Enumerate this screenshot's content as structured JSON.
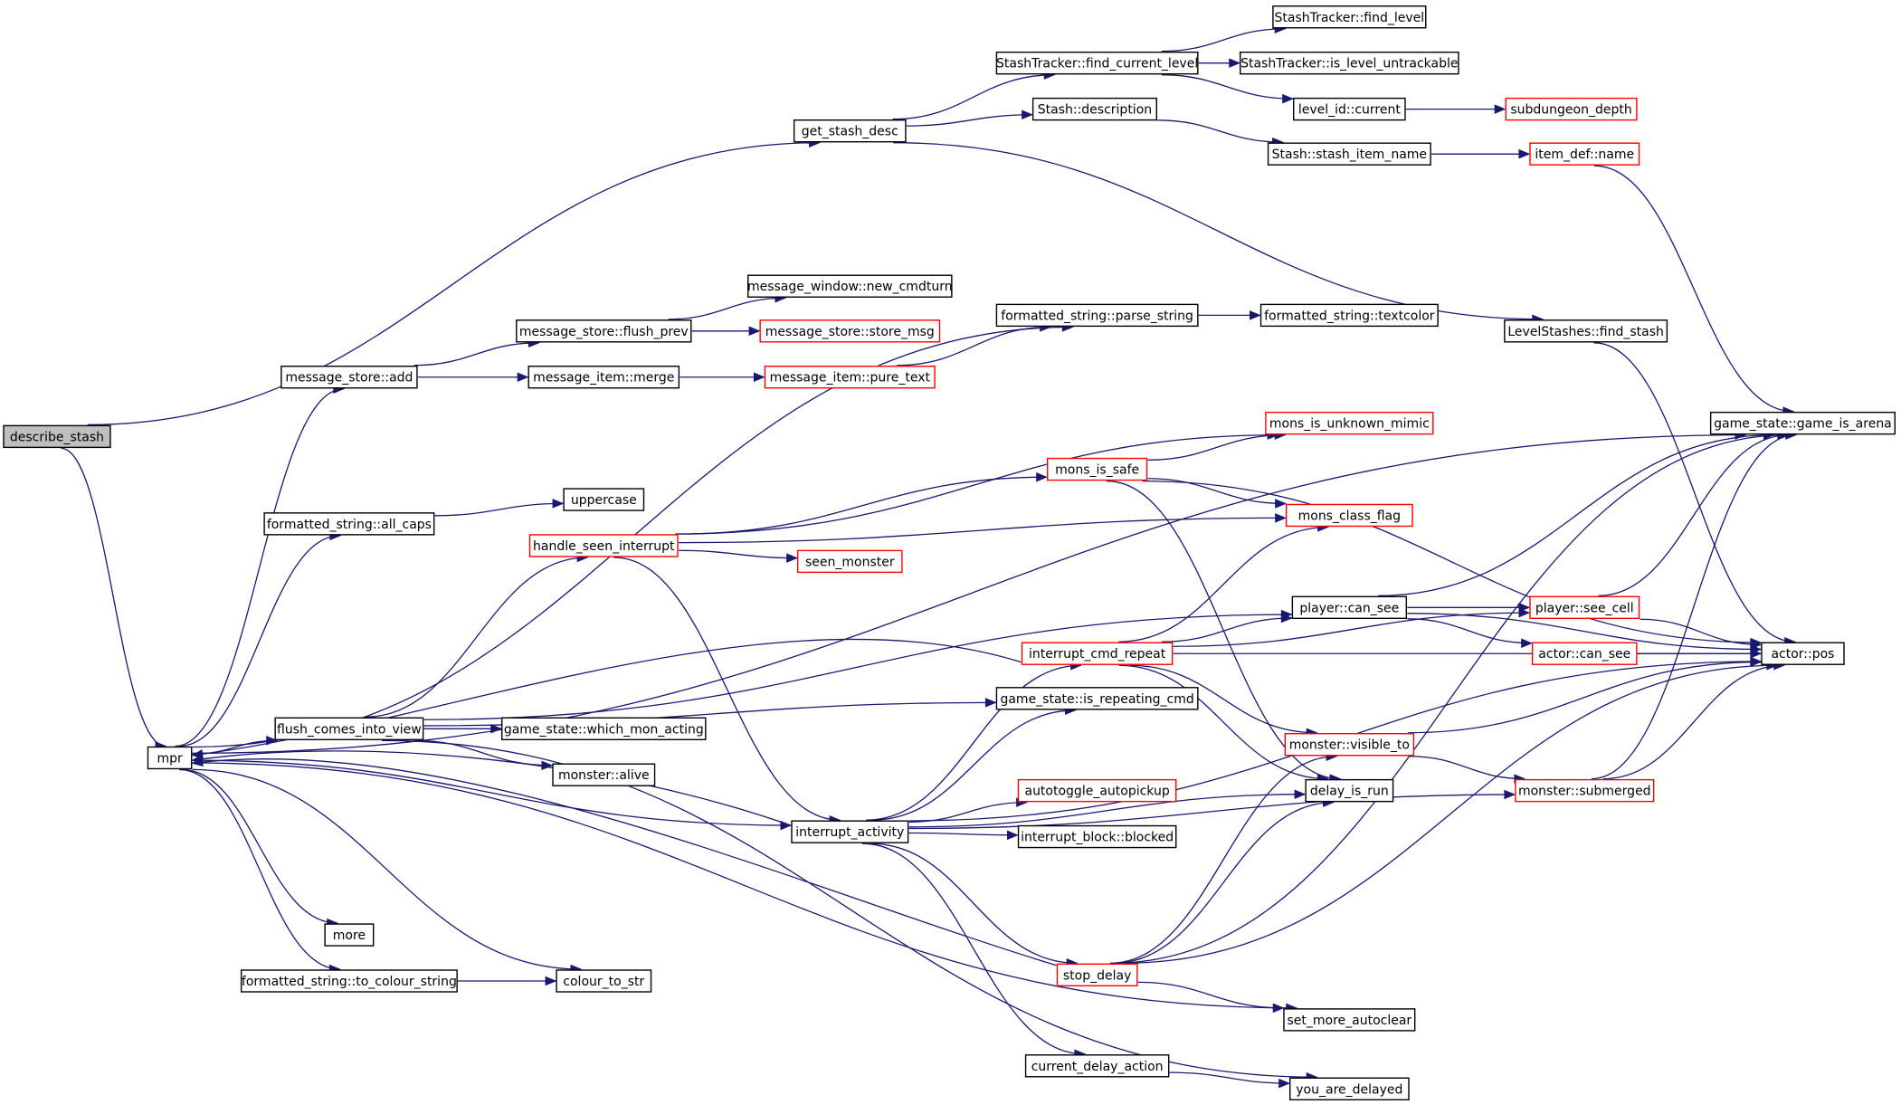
{
  "colors": {
    "edge": "#191970",
    "node_border_normal": "#000000",
    "node_border_truncated": "#ff0000",
    "node_fill": "#ffffff",
    "root_fill": "#bfbfbf"
  },
  "nodes": [
    {
      "id": "describe_stash",
      "label": "describe_stash",
      "kind": "root"
    },
    {
      "id": "mpr",
      "label": "mpr",
      "kind": "normal"
    },
    {
      "id": "get_stash_desc",
      "label": "get_stash_desc",
      "kind": "normal"
    },
    {
      "id": "find_current_level",
      "label": "StashTracker::find_current_level",
      "kind": "normal"
    },
    {
      "id": "find_level",
      "label": "StashTracker::find_level",
      "kind": "normal"
    },
    {
      "id": "is_level_untrackable",
      "label": "StashTracker::is_level_untrackable",
      "kind": "normal"
    },
    {
      "id": "level_current",
      "label": "level_id::current",
      "kind": "normal"
    },
    {
      "id": "subdungeon_depth",
      "label": "subdungeon_depth",
      "kind": "truncated"
    },
    {
      "id": "stash_description",
      "label": "Stash::description",
      "kind": "normal"
    },
    {
      "id": "stash_item_name",
      "label": "Stash::stash_item_name",
      "kind": "normal"
    },
    {
      "id": "item_def_name",
      "label": "item_def::name",
      "kind": "truncated"
    },
    {
      "id": "find_stash",
      "label": "LevelStashes::find_stash",
      "kind": "normal"
    },
    {
      "id": "game_is_arena",
      "label": "game_state::game_is_arena",
      "kind": "normal"
    },
    {
      "id": "actor_pos",
      "label": "actor::pos",
      "kind": "normal"
    },
    {
      "id": "message_store_add",
      "label": "message_store::add",
      "kind": "normal"
    },
    {
      "id": "flush_prev",
      "label": "message_store::flush_prev",
      "kind": "normal"
    },
    {
      "id": "new_cmdturn",
      "label": "message_window::new_cmdturn",
      "kind": "normal"
    },
    {
      "id": "store_msg",
      "label": "message_store::store_msg",
      "kind": "truncated"
    },
    {
      "id": "message_item_merge",
      "label": "message_item::merge",
      "kind": "normal"
    },
    {
      "id": "pure_text",
      "label": "message_item::pure_text",
      "kind": "truncated"
    },
    {
      "id": "parse_string",
      "label": "formatted_string::parse_string",
      "kind": "normal"
    },
    {
      "id": "textcolor",
      "label": "formatted_string::textcolor",
      "kind": "normal"
    },
    {
      "id": "all_caps",
      "label": "formatted_string::all_caps",
      "kind": "normal"
    },
    {
      "id": "uppercase",
      "label": "uppercase",
      "kind": "normal"
    },
    {
      "id": "handle_seen_interrupt",
      "label": "handle_seen_interrupt",
      "kind": "truncated"
    },
    {
      "id": "mons_is_unknown_mimic",
      "label": "mons_is_unknown_mimic",
      "kind": "truncated"
    },
    {
      "id": "mons_is_safe",
      "label": "mons_is_safe",
      "kind": "truncated"
    },
    {
      "id": "mons_class_flag",
      "label": "mons_class_flag",
      "kind": "truncated"
    },
    {
      "id": "seen_monster",
      "label": "seen_monster",
      "kind": "truncated"
    },
    {
      "id": "player_can_see",
      "label": "player::can_see",
      "kind": "normal"
    },
    {
      "id": "player_see_cell",
      "label": "player::see_cell",
      "kind": "truncated"
    },
    {
      "id": "actor_can_see",
      "label": "actor::can_see",
      "kind": "truncated"
    },
    {
      "id": "interrupt_cmd_repeat",
      "label": "interrupt_cmd_repeat",
      "kind": "truncated"
    },
    {
      "id": "flush_comes_into_view",
      "label": "flush_comes_into_view",
      "kind": "normal"
    },
    {
      "id": "is_repeating_cmd",
      "label": "game_state::is_repeating_cmd",
      "kind": "normal"
    },
    {
      "id": "which_mon_acting",
      "label": "game_state::which_mon_acting",
      "kind": "normal"
    },
    {
      "id": "monster_alive",
      "label": "monster::alive",
      "kind": "normal"
    },
    {
      "id": "monster_visible_to",
      "label": "monster::visible_to",
      "kind": "truncated"
    },
    {
      "id": "delay_is_run",
      "label": "delay_is_run",
      "kind": "normal"
    },
    {
      "id": "autotoggle_autopickup",
      "label": "autotoggle_autopickup",
      "kind": "truncated"
    },
    {
      "id": "monster_submerged",
      "label": "monster::submerged",
      "kind": "truncated"
    },
    {
      "id": "interrupt_activity",
      "label": "interrupt_activity",
      "kind": "normal"
    },
    {
      "id": "interrupt_block_blocked",
      "label": "interrupt_block::blocked",
      "kind": "normal"
    },
    {
      "id": "more",
      "label": "more",
      "kind": "normal"
    },
    {
      "id": "to_colour_string",
      "label": "formatted_string::to_colour_string",
      "kind": "normal"
    },
    {
      "id": "colour_to_str",
      "label": "colour_to_str",
      "kind": "normal"
    },
    {
      "id": "stop_delay",
      "label": "stop_delay",
      "kind": "truncated"
    },
    {
      "id": "set_more_autoclear",
      "label": "set_more_autoclear",
      "kind": "normal"
    },
    {
      "id": "current_delay_action",
      "label": "current_delay_action",
      "kind": "normal"
    },
    {
      "id": "you_are_delayed",
      "label": "you_are_delayed",
      "kind": "normal"
    }
  ],
  "edges": [
    [
      "describe_stash",
      "get_stash_desc"
    ],
    [
      "describe_stash",
      "mpr"
    ],
    [
      "get_stash_desc",
      "find_current_level"
    ],
    [
      "get_stash_desc",
      "stash_description"
    ],
    [
      "get_stash_desc",
      "find_stash"
    ],
    [
      "find_current_level",
      "find_level"
    ],
    [
      "find_current_level",
      "is_level_untrackable"
    ],
    [
      "find_current_level",
      "level_current"
    ],
    [
      "level_current",
      "subdungeon_depth"
    ],
    [
      "stash_description",
      "stash_item_name"
    ],
    [
      "stash_item_name",
      "item_def_name"
    ],
    [
      "item_def_name",
      "game_is_arena"
    ],
    [
      "find_stash",
      "actor_pos"
    ],
    [
      "mpr",
      "game_is_arena"
    ],
    [
      "mpr",
      "parse_string"
    ],
    [
      "mpr",
      "message_store_add"
    ],
    [
      "mpr",
      "all_caps"
    ],
    [
      "mpr",
      "flush_comes_into_view"
    ],
    [
      "mpr",
      "interrupt_activity"
    ],
    [
      "mpr",
      "more"
    ],
    [
      "mpr",
      "to_colour_string"
    ],
    [
      "mpr",
      "colour_to_str"
    ],
    [
      "mpr",
      "set_more_autoclear"
    ],
    [
      "message_store_add",
      "flush_prev"
    ],
    [
      "message_store_add",
      "message_item_merge"
    ],
    [
      "flush_prev",
      "new_cmdturn"
    ],
    [
      "flush_prev",
      "store_msg"
    ],
    [
      "message_item_merge",
      "pure_text"
    ],
    [
      "pure_text",
      "parse_string"
    ],
    [
      "parse_string",
      "textcolor"
    ],
    [
      "all_caps",
      "uppercase"
    ],
    [
      "handle_seen_interrupt",
      "mons_is_unknown_mimic"
    ],
    [
      "handle_seen_interrupt",
      "mons_is_safe"
    ],
    [
      "handle_seen_interrupt",
      "mons_class_flag"
    ],
    [
      "handle_seen_interrupt",
      "seen_monster"
    ],
    [
      "handle_seen_interrupt",
      "interrupt_activity"
    ],
    [
      "mons_is_safe",
      "mons_is_unknown_mimic"
    ],
    [
      "mons_is_safe",
      "mons_class_flag"
    ],
    [
      "mons_is_safe",
      "actor_pos"
    ],
    [
      "mons_is_safe",
      "delay_is_run"
    ],
    [
      "flush_comes_into_view",
      "handle_seen_interrupt"
    ],
    [
      "flush_comes_into_view",
      "player_can_see"
    ],
    [
      "flush_comes_into_view",
      "is_repeating_cmd"
    ],
    [
      "flush_comes_into_view",
      "which_mon_acting"
    ],
    [
      "flush_comes_into_view",
      "monster_alive"
    ],
    [
      "flush_comes_into_view",
      "you_are_delayed"
    ],
    [
      "player_can_see",
      "game_is_arena"
    ],
    [
      "player_can_see",
      "actor_pos"
    ],
    [
      "player_can_see",
      "player_see_cell"
    ],
    [
      "player_can_see",
      "actor_can_see"
    ],
    [
      "player_see_cell",
      "game_is_arena"
    ],
    [
      "player_see_cell",
      "actor_pos"
    ],
    [
      "actor_can_see",
      "actor_pos"
    ],
    [
      "interrupt_cmd_repeat",
      "mpr"
    ],
    [
      "interrupt_cmd_repeat",
      "mons_class_flag"
    ],
    [
      "interrupt_cmd_repeat",
      "player_can_see"
    ],
    [
      "interrupt_cmd_repeat",
      "player_see_cell"
    ],
    [
      "interrupt_cmd_repeat",
      "actor_pos"
    ],
    [
      "interrupt_cmd_repeat",
      "monster_visible_to"
    ],
    [
      "interrupt_cmd_repeat",
      "delay_is_run"
    ],
    [
      "monster_visible_to",
      "actor_pos"
    ],
    [
      "monster_visible_to",
      "monster_submerged"
    ],
    [
      "monster_submerged",
      "game_is_arena"
    ],
    [
      "monster_submerged",
      "actor_pos"
    ],
    [
      "interrupt_activity",
      "mpr"
    ],
    [
      "interrupt_activity",
      "interrupt_cmd_repeat"
    ],
    [
      "interrupt_activity",
      "is_repeating_cmd"
    ],
    [
      "interrupt_activity",
      "delay_is_run"
    ],
    [
      "interrupt_activity",
      "autotoggle_autopickup"
    ],
    [
      "interrupt_activity",
      "interrupt_block_blocked"
    ],
    [
      "interrupt_activity",
      "monster_submerged"
    ],
    [
      "interrupt_activity",
      "actor_pos"
    ],
    [
      "interrupt_activity",
      "stop_delay"
    ],
    [
      "interrupt_activity",
      "current_delay_action"
    ],
    [
      "to_colour_string",
      "colour_to_str"
    ],
    [
      "stop_delay",
      "mpr"
    ],
    [
      "stop_delay",
      "game_is_arena"
    ],
    [
      "stop_delay",
      "monster_visible_to"
    ],
    [
      "stop_delay",
      "delay_is_run"
    ],
    [
      "stop_delay",
      "actor_pos"
    ],
    [
      "stop_delay",
      "set_more_autoclear"
    ],
    [
      "current_delay_action",
      "you_are_delayed"
    ]
  ]
}
